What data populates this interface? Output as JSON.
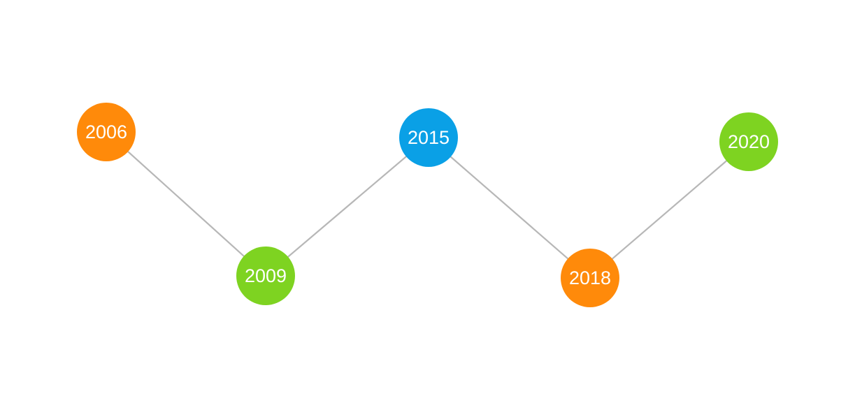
{
  "colors": {
    "orange": "#ff8a0a",
    "green": "#7ed321",
    "blue": "#0aa0e6",
    "connector": "#b7b7b7"
  },
  "milestones": [
    {
      "label": "2006",
      "color": "#ff8a0a"
    },
    {
      "label": "2009",
      "color": "#7ed321"
    },
    {
      "label": "2015",
      "color": "#0aa0e6"
    },
    {
      "label": "2018",
      "color": "#ff8a0a"
    },
    {
      "label": "2020",
      "color": "#7ed321"
    }
  ]
}
